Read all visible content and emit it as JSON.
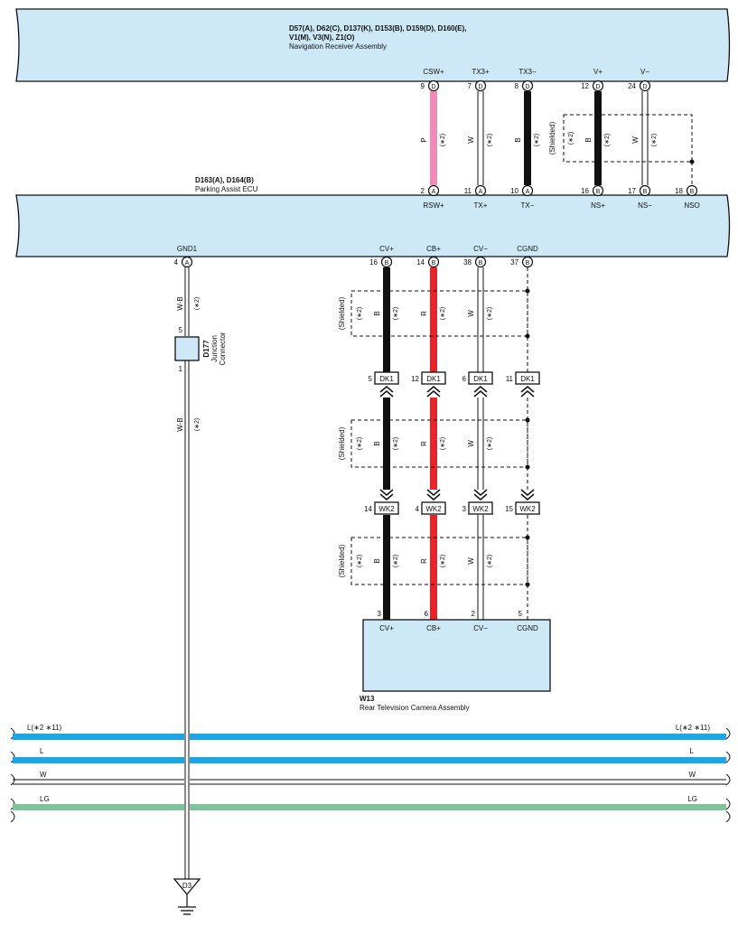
{
  "nav_receiver": {
    "connectors_line1": "D57(A), D62(C), D137(K), D153(B), D159(D), D160(E),",
    "connectors_line2": "V1(M), V3(N), Z1(O)",
    "name": "Navigation Receiver Assembly"
  },
  "parking_ecu": {
    "connectors": "D163(A), D164(B)",
    "name": "Parking Assist ECU"
  },
  "nav_pins": [
    {
      "signal": "CSW+",
      "pin": "9",
      "conn": "D"
    },
    {
      "signal": "TX3+",
      "pin": "7",
      "conn": "D"
    },
    {
      "signal": "TX3−",
      "pin": "8",
      "conn": "D"
    },
    {
      "signal": "V+",
      "pin": "12",
      "conn": "D"
    },
    {
      "signal": "V−",
      "pin": "24",
      "conn": "D"
    }
  ],
  "ecu_top_pins": [
    {
      "signal": "RSW+",
      "pin": "2",
      "conn": "A"
    },
    {
      "signal": "TX+",
      "pin": "11",
      "conn": "A"
    },
    {
      "signal": "TX−",
      "pin": "10",
      "conn": "A"
    },
    {
      "signal": "NS+",
      "pin": "16",
      "conn": "B"
    },
    {
      "signal": "NS−",
      "pin": "17",
      "conn": "B"
    },
    {
      "signal": "NSO",
      "pin": "18",
      "conn": "B"
    }
  ],
  "ecu_bottom_pins": [
    {
      "signal": "GND1",
      "pin": "4",
      "conn": "A"
    },
    {
      "signal": "CV+",
      "pin": "16",
      "conn": "B"
    },
    {
      "signal": "CB+",
      "pin": "14",
      "conn": "B"
    },
    {
      "signal": "CV−",
      "pin": "38",
      "conn": "B"
    },
    {
      "signal": "CGND",
      "pin": "37",
      "conn": "B"
    }
  ],
  "upper_wires": [
    {
      "color": "P",
      "note": "(∗2)"
    },
    {
      "color": "W",
      "note": "(∗2)"
    },
    {
      "color": "B",
      "note": "(∗2)"
    },
    {
      "color": "B",
      "note": "(∗2)"
    },
    {
      "color": "W",
      "note": "(∗2)"
    }
  ],
  "shielded_label": "(Shielded)",
  "shield_note": "(∗2)",
  "camera_wires": [
    {
      "color": "B",
      "note": "(∗2)"
    },
    {
      "color": "R",
      "note": "(∗2)"
    },
    {
      "color": "W",
      "note": "(∗2)"
    }
  ],
  "dk1": {
    "label": "DK1",
    "pins": [
      "5",
      "12",
      "6",
      "11"
    ]
  },
  "wk2": {
    "label": "WK2",
    "pins": [
      "14",
      "4",
      "3",
      "15"
    ]
  },
  "camera": {
    "code": "W13",
    "name": "Rear Television Camera Assembly",
    "pins": [
      "3",
      "6",
      "2",
      "5"
    ],
    "signals": [
      "CV+",
      "CB+",
      "CV−",
      "CGND"
    ]
  },
  "ground_wire": {
    "color": "W-B",
    "note": "(∗2)",
    "color2": "W-B",
    "note2": "(∗2)"
  },
  "junction": {
    "code": "D177",
    "name_line1": "Junction",
    "name_line2": "Connector",
    "pin_top": "5",
    "pin_bottom": "1"
  },
  "ground_point": "D3",
  "bus_lines": [
    {
      "label_left": "L(∗2 ∗11)",
      "label_right": "L(∗2 ∗11)",
      "color": "#1ba7e3"
    },
    {
      "label_left": "L",
      "label_right": "L",
      "color": "#1ba7e3"
    },
    {
      "label_left": "W",
      "label_right": "W",
      "color": "#ffffff"
    },
    {
      "label_left": "LG",
      "label_right": "LG",
      "color": "#7fc59a"
    }
  ],
  "colors": {
    "block_fill": "#cde9f7",
    "pink": "#ef8ab9",
    "red": "#e8232a",
    "black": "#111111",
    "blue_bus": "#1ba7e3",
    "green_bus": "#7fc59a"
  }
}
